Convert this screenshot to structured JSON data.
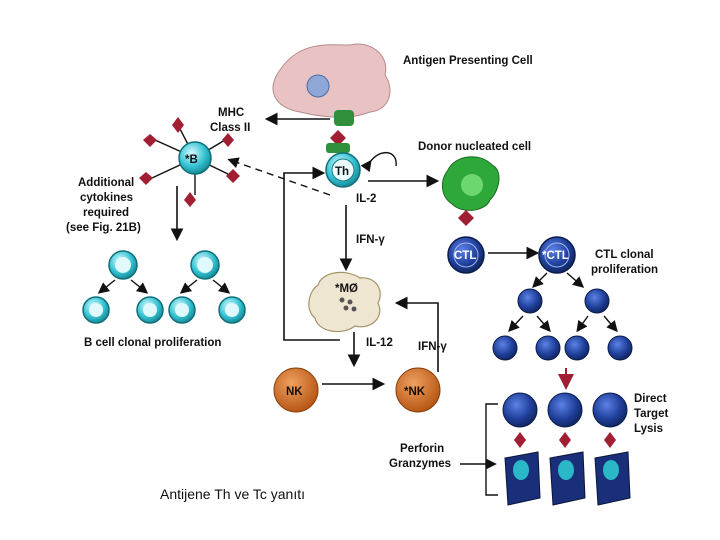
{
  "labels": {
    "apc": "Antigen Presenting Cell",
    "mhc_line1": "MHC",
    "mhc_line2": "Class II",
    "donor": "Donor nucleated cell",
    "th": "Th",
    "il2": "IL-2",
    "ifn1": "IFN-γ",
    "b": "*B",
    "cyto1": "Additional",
    "cyto2": "cytokines",
    "cyto3": "required",
    "cyto4": "(see Fig. 21B)",
    "bprolif": "B cell clonal proliferation",
    "mo": "*MØ",
    "il12": "IL-12",
    "ifn2": "IFN-γ",
    "nk": "NK",
    "nk_act": "*NK",
    "ctl": "CTL",
    "ctl_act": "*CTL",
    "ctlprolif1": "CTL clonal",
    "ctlprolif2": "proliferation",
    "lysis1": "Direct",
    "lysis2": "Target",
    "lysis3": "Lysis",
    "perf1": "Perforin",
    "perf2": "Granzymes",
    "caption": "Antijene Th  ve Tc  yanıtı"
  },
  "colors": {
    "apc": "#e9c3c3",
    "mhc": "#2f8f3a",
    "donor": "#2fa83a",
    "bcell": "#2ab8c8",
    "ctl": "#1f3f9a",
    "nk": "#c8641e",
    "marker": "#a01f32",
    "target": "#1a2f7a"
  }
}
